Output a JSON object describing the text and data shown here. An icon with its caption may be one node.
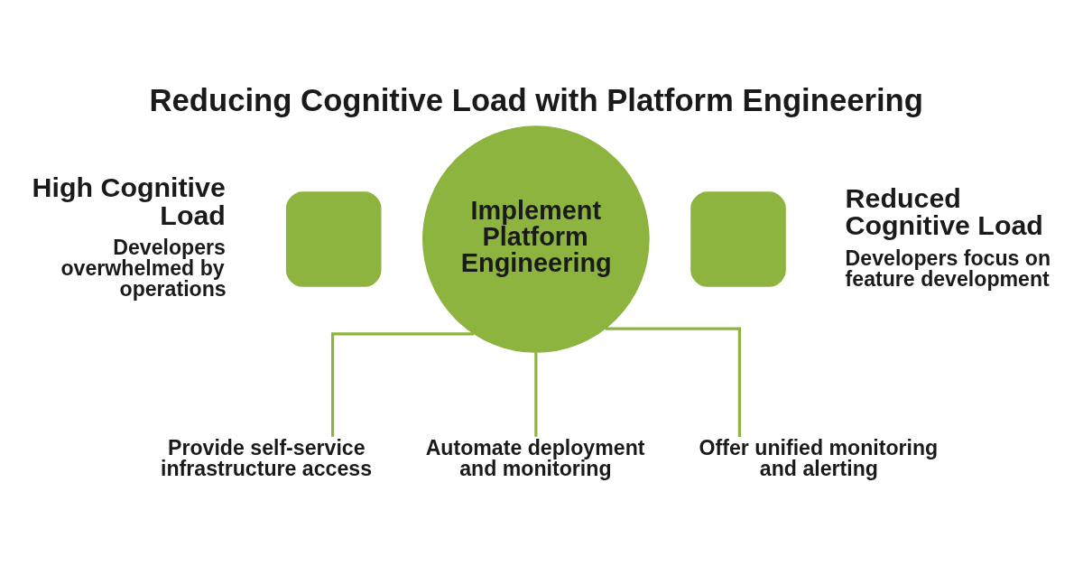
{
  "diagram": {
    "title": "Reducing Cognitive Load with Platform Engineering",
    "nodes": [
      {
        "text": [],
        "shape": "box",
        "beside": [
          "High Cognitive Load",
          "Developers overwhelmed by operations"
        ]
      },
      {
        "text": [
          "Implement Platform Engineering"
        ]
      },
      {
        "text": [],
        "shape": "box",
        "beside": [
          "Reduced Cognitive Load",
          "Developers focus on feature development"
        ]
      },
      {
        "text": [
          "Provide self-service infrastructure access"
        ]
      },
      {
        "text": [
          "Automate deployment and monitoring"
        ]
      },
      {
        "text": [
          "Offer unified monitoring and alerting"
        ]
      }
    ],
    "edges": [
      {
        "from": 1,
        "to": 3,
        "arrow": "none"
      },
      {
        "from": 1,
        "to": 4,
        "arrow": "none"
      },
      {
        "from": 1,
        "to": 5,
        "arrow": "none"
      }
    ]
  }
}
